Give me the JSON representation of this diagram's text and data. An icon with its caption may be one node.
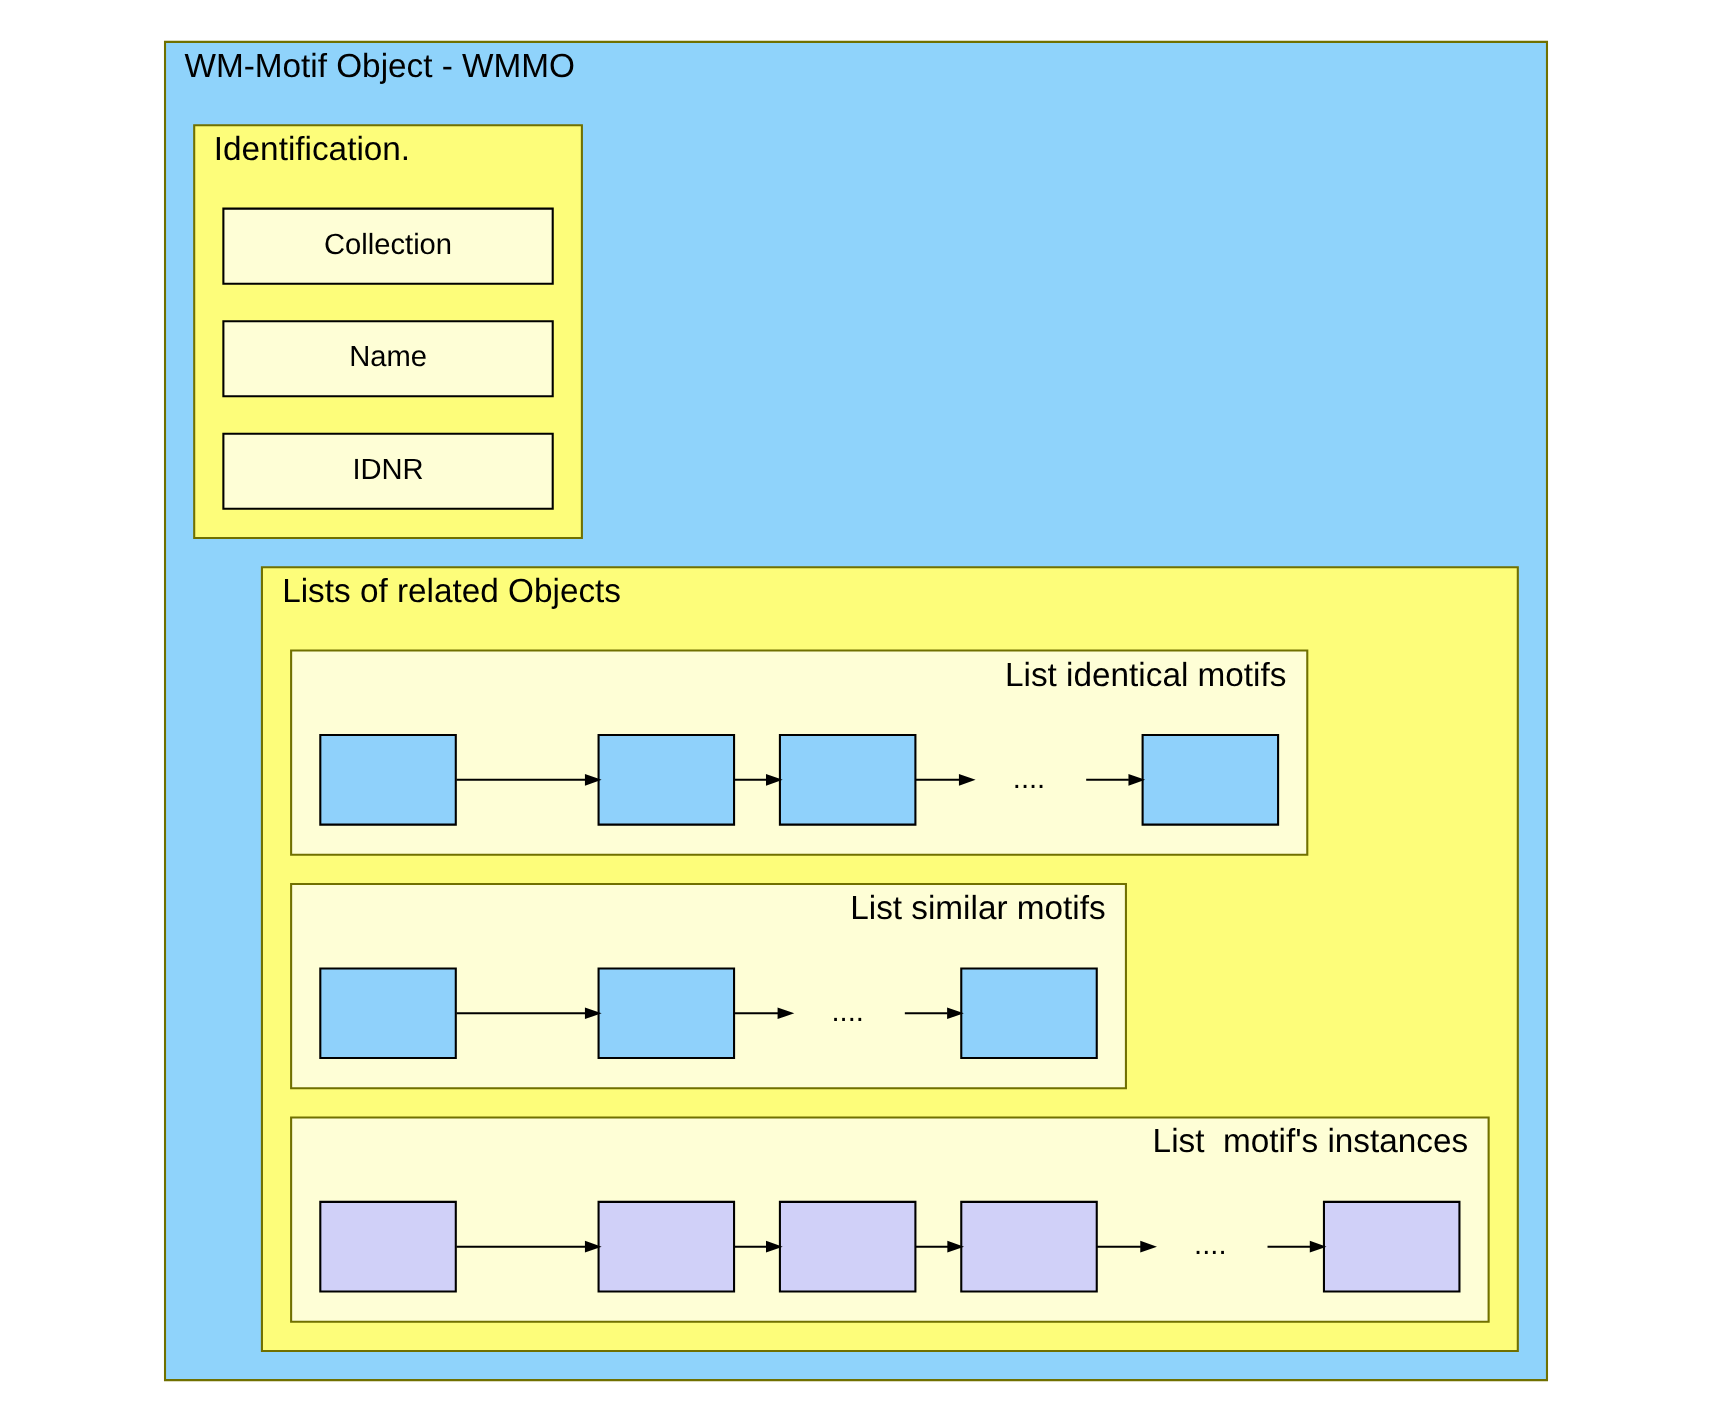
{
  "diagram": {
    "nodes": [
      {
        "text": [
          "WM-Motif Object - WMMO"
        ]
      },
      {
        "text": [
          "Identification."
        ],
        "in": 0
      },
      {
        "text": [
          "Collection"
        ],
        "in": 1
      },
      {
        "text": [
          "Name"
        ],
        "in": 1
      },
      {
        "text": [
          "IDNR"
        ],
        "in": 1
      },
      {
        "text": [
          "Lists of related Objects"
        ],
        "in": 0
      },
      {
        "text": [
          "List identical motifs"
        ],
        "in": 5
      },
      {
        "text": [],
        "shape": "box",
        "in": 6
      },
      {
        "text": [],
        "shape": "box",
        "in": 6
      },
      {
        "text": [],
        "shape": "box",
        "in": 6
      },
      {
        "text": [
          "...."
        ],
        "in": 6
      },
      {
        "text": [],
        "shape": "box",
        "in": 6
      },
      {
        "text": [
          "List similar motifs"
        ],
        "in": 5
      },
      {
        "text": [],
        "shape": "box",
        "in": 12
      },
      {
        "text": [],
        "shape": "box",
        "in": 12
      },
      {
        "text": [
          "...."
        ],
        "in": 12
      },
      {
        "text": [],
        "shape": "box",
        "in": 12
      },
      {
        "text": [
          "List  motif's instances"
        ],
        "in": 5
      },
      {
        "text": [],
        "shape": "box",
        "in": 17
      },
      {
        "text": [],
        "shape": "box",
        "in": 17
      },
      {
        "text": [],
        "shape": "box",
        "in": 17
      },
      {
        "text": [],
        "shape": "box",
        "in": 17
      },
      {
        "text": [
          "...."
        ],
        "in": 17
      },
      {
        "text": [],
        "shape": "box",
        "in": 17
      }
    ],
    "edges": [
      {
        "from": 7,
        "to": 8,
        "arrow": "to"
      },
      {
        "from": 8,
        "to": 9,
        "arrow": "to"
      },
      {
        "from": 9,
        "to": 10,
        "arrow": "to"
      },
      {
        "from": 10,
        "to": 11,
        "arrow": "to"
      },
      {
        "from": 13,
        "to": 14,
        "arrow": "to"
      },
      {
        "from": 14,
        "to": 15,
        "arrow": "to"
      },
      {
        "from": 15,
        "to": 16,
        "arrow": "to"
      },
      {
        "from": 18,
        "to": 19,
        "arrow": "to"
      },
      {
        "from": 19,
        "to": 20,
        "arrow": "to"
      },
      {
        "from": 20,
        "to": 21,
        "arrow": "to"
      },
      {
        "from": 21,
        "to": 22,
        "arrow": "to"
      },
      {
        "from": 22,
        "to": 23,
        "arrow": "to"
      }
    ]
  }
}
